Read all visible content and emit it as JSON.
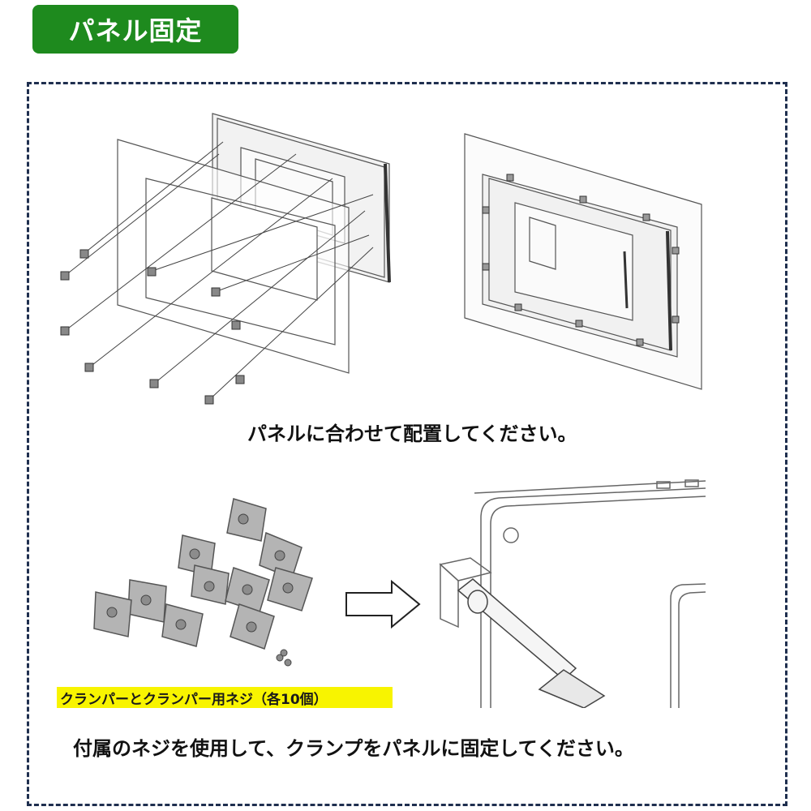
{
  "header": {
    "title": "パネル固定"
  },
  "step1": {
    "caption": "パネルに合わせて配置してください。"
  },
  "step2": {
    "parts_label": "クランパーとクランパー用ネジ（各10個）",
    "caption": "付属のネジを使用して、クランプをパネルに固定してください。"
  },
  "colors": {
    "badge": "#1e8a1e",
    "frame": "#1f2f4f",
    "highlight": "#f8f400"
  }
}
